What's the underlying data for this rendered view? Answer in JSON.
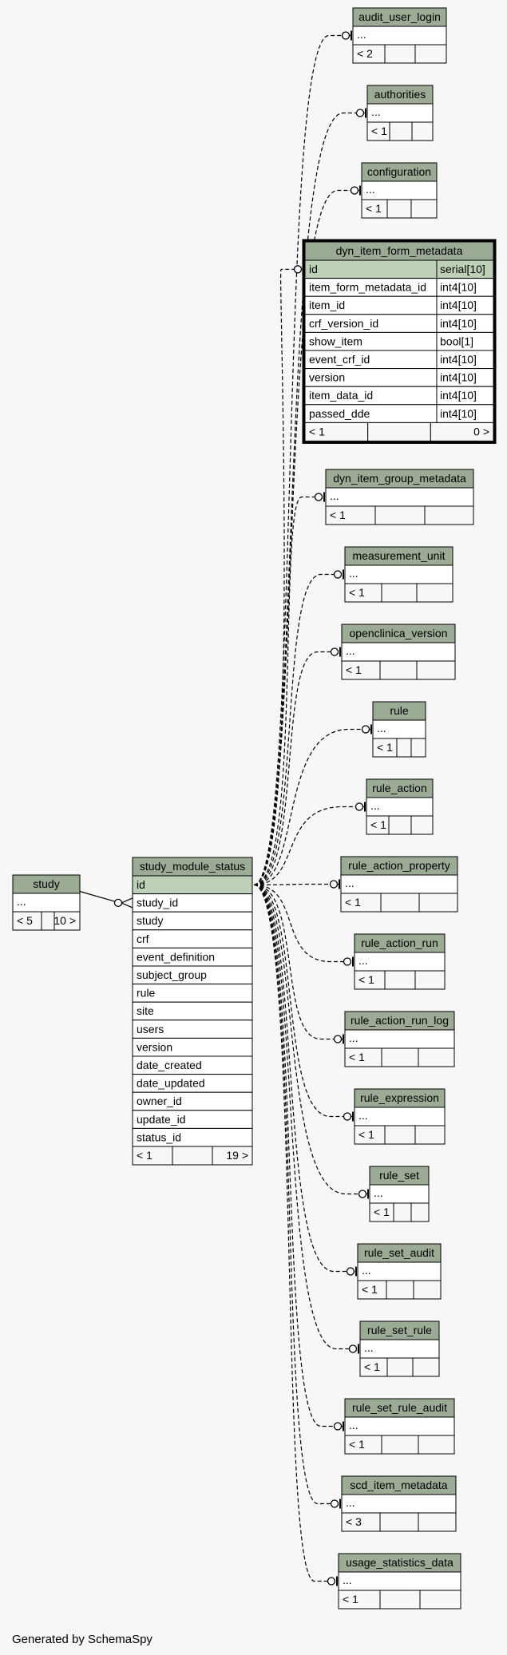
{
  "footer": "Generated by SchemaSpy",
  "colors": {
    "header": "#9bab96",
    "pk_row": "#bed1b8",
    "row": "#ffffff",
    "stat": "#f7f7f7",
    "border": "#000000",
    "background": "#f7f7f7"
  },
  "tables": [
    {
      "key": "study",
      "title": "study",
      "ellipsis": "...",
      "stat_left": "< 5",
      "stat_right": "10 >"
    },
    {
      "key": "study_module_status",
      "title": "study_module_status",
      "focus": true,
      "columns": [
        {
          "name": "id",
          "pk": true
        },
        {
          "name": "study_id"
        },
        {
          "name": "study"
        },
        {
          "name": "crf"
        },
        {
          "name": "event_definition"
        },
        {
          "name": "subject_group"
        },
        {
          "name": "rule"
        },
        {
          "name": "site"
        },
        {
          "name": "users"
        },
        {
          "name": "version"
        },
        {
          "name": "date_created"
        },
        {
          "name": "date_updated"
        },
        {
          "name": "owner_id"
        },
        {
          "name": "update_id"
        },
        {
          "name": "status_id"
        }
      ],
      "stat_left": "< 1",
      "stat_right": "19 >"
    },
    {
      "key": "audit_user_login",
      "title": "audit_user_login",
      "ellipsis": "...",
      "stat_left": "< 2",
      "stat_right": ""
    },
    {
      "key": "authorities",
      "title": "authorities",
      "ellipsis": "...",
      "stat_left": "< 1",
      "stat_right": ""
    },
    {
      "key": "configuration",
      "title": "configuration",
      "ellipsis": "...",
      "stat_left": "< 1",
      "stat_right": ""
    },
    {
      "key": "dyn_item_form_metadata",
      "title": "dyn_item_form_metadata",
      "bold": true,
      "columns": [
        {
          "name": "id",
          "type": "serial[10]",
          "pk": true
        },
        {
          "name": "item_form_metadata_id",
          "type": "int4[10]"
        },
        {
          "name": "item_id",
          "type": "int4[10]"
        },
        {
          "name": "crf_version_id",
          "type": "int4[10]"
        },
        {
          "name": "show_item",
          "type": "bool[1]"
        },
        {
          "name": "event_crf_id",
          "type": "int4[10]"
        },
        {
          "name": "version",
          "type": "int4[10]"
        },
        {
          "name": "item_data_id",
          "type": "int4[10]"
        },
        {
          "name": "passed_dde",
          "type": "int4[10]"
        }
      ],
      "stat_left": "< 1",
      "stat_right": "0 >"
    },
    {
      "key": "dyn_item_group_metadata",
      "title": "dyn_item_group_metadata",
      "ellipsis": "...",
      "stat_left": "< 1",
      "stat_right": ""
    },
    {
      "key": "measurement_unit",
      "title": "measurement_unit",
      "ellipsis": "...",
      "stat_left": "< 1",
      "stat_right": ""
    },
    {
      "key": "openclinica_version",
      "title": "openclinica_version",
      "ellipsis": "...",
      "stat_left": "< 1",
      "stat_right": ""
    },
    {
      "key": "rule",
      "title": "rule",
      "ellipsis": "...",
      "stat_left": "< 1",
      "stat_right": ""
    },
    {
      "key": "rule_action",
      "title": "rule_action",
      "ellipsis": "...",
      "stat_left": "< 1",
      "stat_right": ""
    },
    {
      "key": "rule_action_property",
      "title": "rule_action_property",
      "ellipsis": "...",
      "stat_left": "< 1",
      "stat_right": ""
    },
    {
      "key": "rule_action_run",
      "title": "rule_action_run",
      "ellipsis": "...",
      "stat_left": "< 1",
      "stat_right": ""
    },
    {
      "key": "rule_action_run_log",
      "title": "rule_action_run_log",
      "ellipsis": "...",
      "stat_left": "< 1",
      "stat_right": ""
    },
    {
      "key": "rule_expression",
      "title": "rule_expression",
      "ellipsis": "...",
      "stat_left": "< 1",
      "stat_right": ""
    },
    {
      "key": "rule_set",
      "title": "rule_set",
      "ellipsis": "...",
      "stat_left": "< 1",
      "stat_right": ""
    },
    {
      "key": "rule_set_audit",
      "title": "rule_set_audit",
      "ellipsis": "...",
      "stat_left": "< 1",
      "stat_right": ""
    },
    {
      "key": "rule_set_rule",
      "title": "rule_set_rule",
      "ellipsis": "...",
      "stat_left": "< 1",
      "stat_right": ""
    },
    {
      "key": "rule_set_rule_audit",
      "title": "rule_set_rule_audit",
      "ellipsis": "...",
      "stat_left": "< 1",
      "stat_right": ""
    },
    {
      "key": "scd_item_metadata",
      "title": "scd_item_metadata",
      "ellipsis": "...",
      "stat_left": "< 3",
      "stat_right": ""
    },
    {
      "key": "usage_statistics_data",
      "title": "usage_statistics_data",
      "ellipsis": "...",
      "stat_left": "< 1",
      "stat_right": ""
    }
  ],
  "relationships": [
    {
      "from": "study",
      "to": "study_module_status",
      "style": "solid"
    },
    {
      "from": "study_module_status",
      "to": "audit_user_login",
      "style": "dashed"
    },
    {
      "from": "study_module_status",
      "to": "authorities",
      "style": "dashed"
    },
    {
      "from": "study_module_status",
      "to": "configuration",
      "style": "dashed"
    },
    {
      "from": "study_module_status",
      "to": "dyn_item_form_metadata",
      "style": "dashed"
    },
    {
      "from": "study_module_status",
      "to": "dyn_item_group_metadata",
      "style": "dashed"
    },
    {
      "from": "study_module_status",
      "to": "measurement_unit",
      "style": "dashed"
    },
    {
      "from": "study_module_status",
      "to": "openclinica_version",
      "style": "dashed"
    },
    {
      "from": "study_module_status",
      "to": "rule",
      "style": "dashed"
    },
    {
      "from": "study_module_status",
      "to": "rule_action",
      "style": "dashed"
    },
    {
      "from": "study_module_status",
      "to": "rule_action_property",
      "style": "dashed"
    },
    {
      "from": "study_module_status",
      "to": "rule_action_run",
      "style": "dashed"
    },
    {
      "from": "study_module_status",
      "to": "rule_action_run_log",
      "style": "dashed"
    },
    {
      "from": "study_module_status",
      "to": "rule_expression",
      "style": "dashed"
    },
    {
      "from": "study_module_status",
      "to": "rule_set",
      "style": "dashed"
    },
    {
      "from": "study_module_status",
      "to": "rule_set_audit",
      "style": "dashed"
    },
    {
      "from": "study_module_status",
      "to": "rule_set_rule",
      "style": "dashed"
    },
    {
      "from": "study_module_status",
      "to": "rule_set_rule_audit",
      "style": "dashed"
    },
    {
      "from": "study_module_status",
      "to": "scd_item_metadata",
      "style": "dashed"
    },
    {
      "from": "study_module_status",
      "to": "usage_statistics_data",
      "style": "dashed"
    }
  ]
}
